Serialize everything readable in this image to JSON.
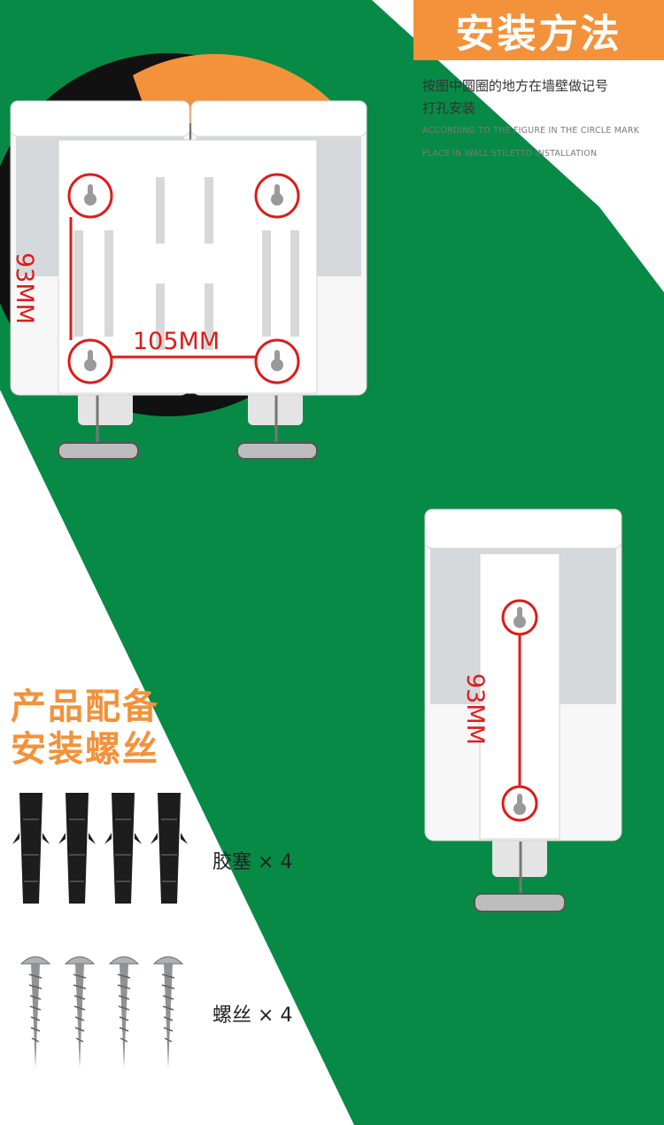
{
  "header": {
    "title": "安装方法"
  },
  "instructions": {
    "chinese_lines": [
      "按图中圆圈的地方在墙壁做记号",
      "打孔安装"
    ],
    "english_lines": [
      "ACCORDING TO THE FIGURE IN THE CIRCLE MARK",
      "PLACE IN WALL STILETTO INSTALLATION"
    ]
  },
  "double_dispenser": {
    "vertical_dim": "93MM",
    "horizontal_dim": "105MM"
  },
  "single_dispenser": {
    "vertical_dim": "93MM"
  },
  "accessories": {
    "title_lines": [
      "产品配备",
      "安装螺丝"
    ],
    "anchors_label": "胶塞",
    "anchors_qty": "× 4",
    "screws_label": "螺丝",
    "screws_qty": "× 4"
  },
  "colors": {
    "green": "#078a46",
    "orange": "#f3923a",
    "black": "#111111",
    "mark_red": "#dd1c1a"
  }
}
